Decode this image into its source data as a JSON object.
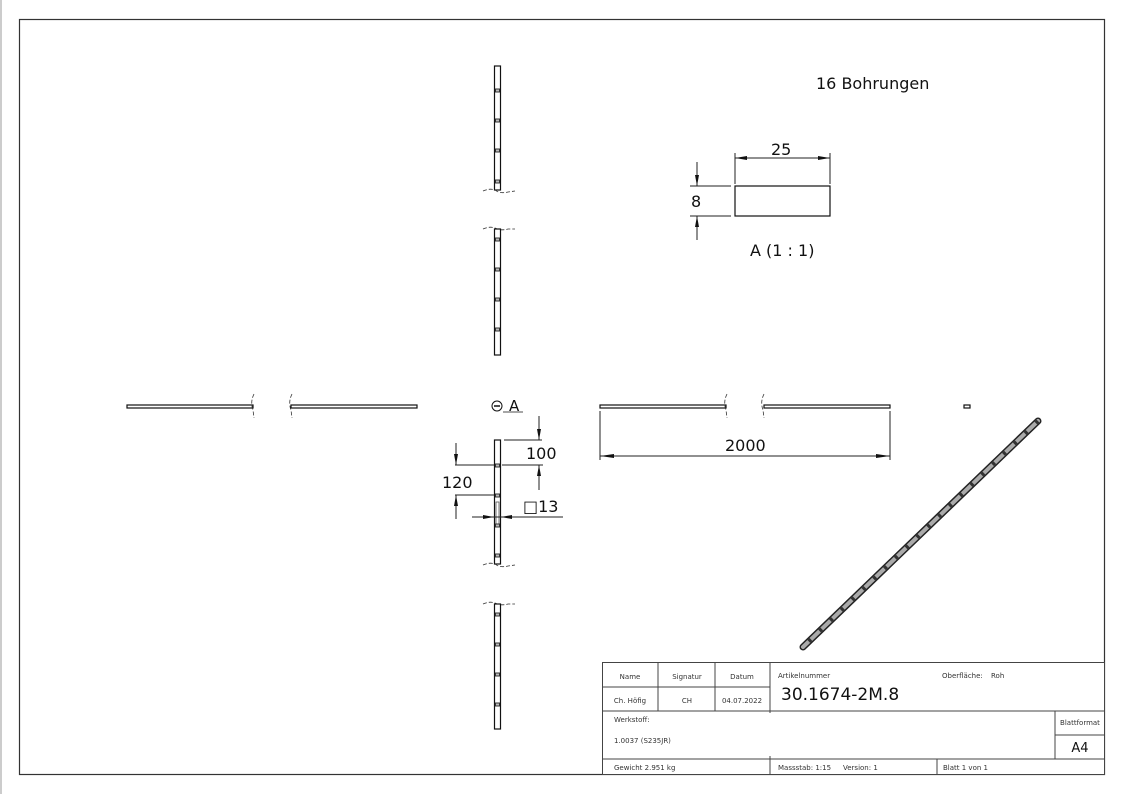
{
  "drawing": {
    "note": "16 Bohrungen",
    "section_view": {
      "label": "A (1 : 1)",
      "width_dim": "25",
      "height_dim": "8"
    },
    "section_marker": "A",
    "dims": {
      "first_hole": "100",
      "pitch": "120",
      "hole_size": "□13",
      "length": "2000"
    }
  },
  "title_block": {
    "name_header": "Name",
    "signature_header": "Signatur",
    "date_header": "Datum",
    "name": "Ch. Höfig",
    "signature": "CH",
    "date": "04.07.2022",
    "article_label": "Artikelnummer",
    "article_number": "30.1674-2M.8",
    "surface_label": "Oberfläche:",
    "surface_value": "Roh",
    "material_label": "Werkstoff:",
    "material_value": "1.0037 (S235JR)",
    "sheet_format_label": "Blattformat",
    "sheet_format_value": "A4",
    "weight": "Gewicht 2.951 kg",
    "scale": "Massstab: 1:15",
    "version": "Version: 1",
    "sheet": "Blatt 1 von 1"
  }
}
